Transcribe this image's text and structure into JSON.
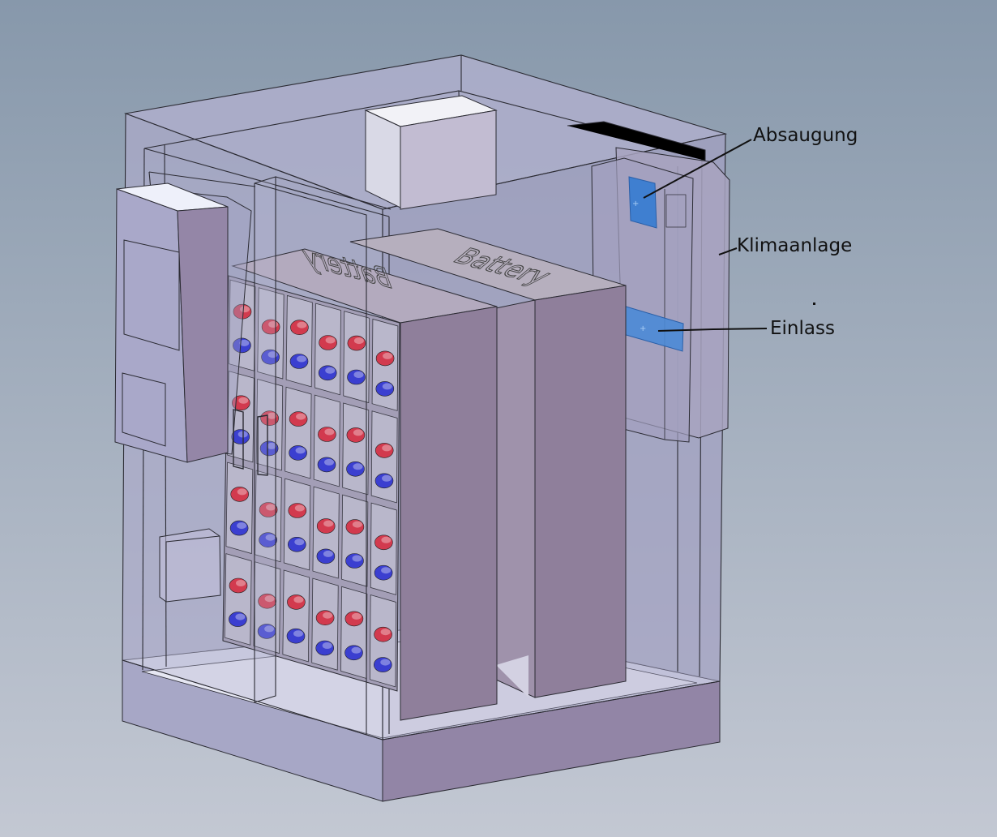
{
  "labels": {
    "absaugung": "Absaugung",
    "klimaanlage": "Klimaanlage",
    "einlass": "Einlass"
  },
  "battery": {
    "rack_front_text": "Battery",
    "rack_back_text": "Battery"
  },
  "colors": {
    "background_top": "#8a9aac",
    "background_bottom": "#c3c8d2",
    "enclosure_fill": "#a9a7c6",
    "battery_body": "#8f7f9b",
    "battery_top": "#b0a8b9",
    "terminal_positive": "#d23a4e",
    "terminal_negative": "#3b3fd0",
    "vent_blue": "#3f7fd0",
    "outline": "#2b2b33"
  }
}
